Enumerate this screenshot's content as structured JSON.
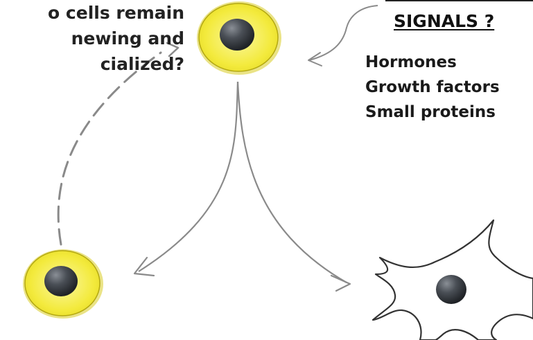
{
  "question": {
    "lines": [
      "o cells remain",
      "newing and",
      "cialized?"
    ]
  },
  "signals": {
    "title": "SIGNALS ?",
    "items": [
      "Hormones",
      "Growth factors",
      "Small proteins"
    ]
  },
  "colors": {
    "cell_fill": "#f5ee4a",
    "cell_outline": "#b3a810",
    "nucleus": "#3d4147",
    "arrow": "#8a8a8a",
    "text": "#222222"
  }
}
